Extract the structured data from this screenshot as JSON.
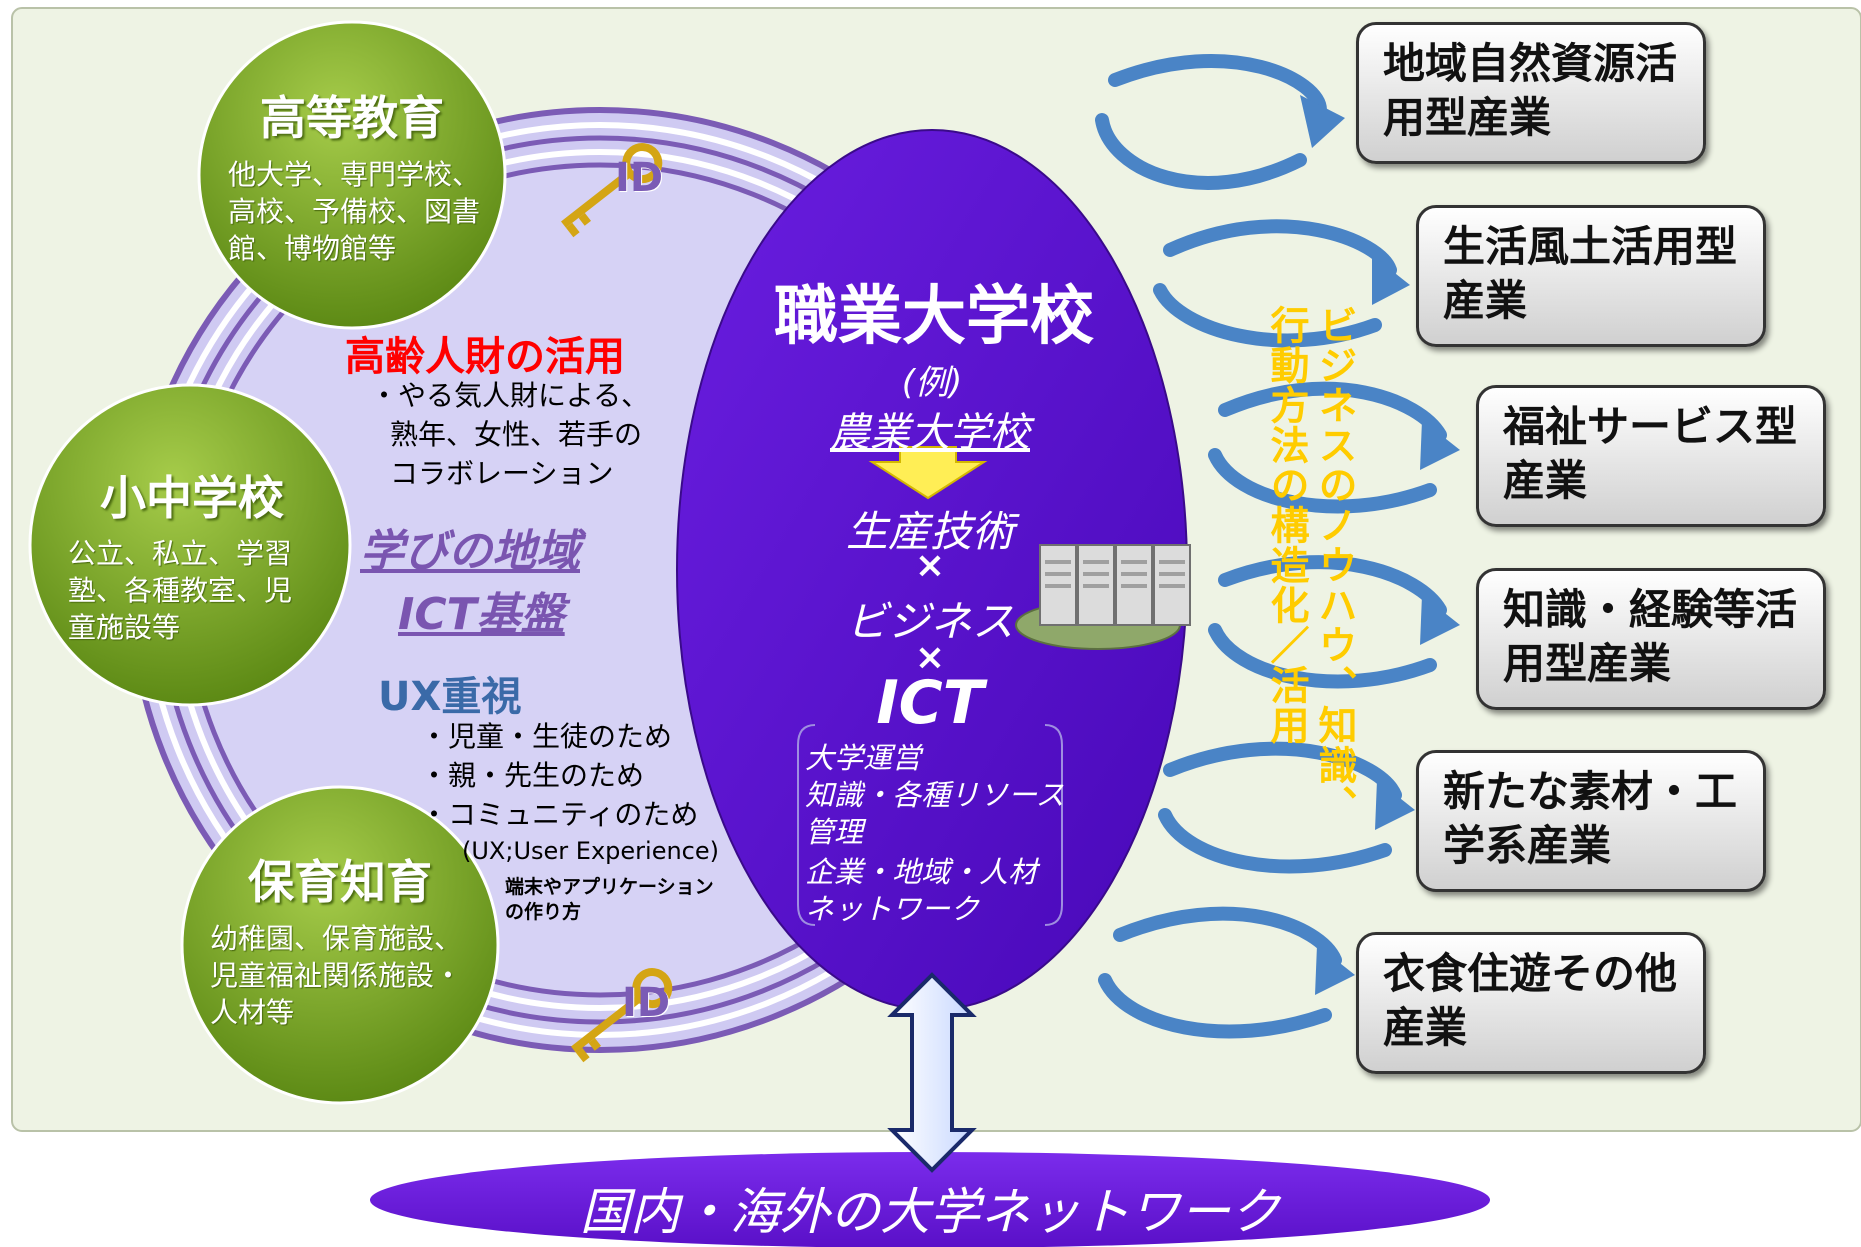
{
  "colors": {
    "panel_bg": "#eef3e4",
    "big_circle": "#cfcaf2",
    "ring": "#7b5bb5",
    "center_ellipse": "#5a0fd2",
    "green_circle": "#7ba622",
    "red_heading": "#ff0000",
    "blue_heading": "#3a6aa8",
    "vertical_text": "#ffcc00",
    "arrow_blue": "#4a84c6",
    "bottom_ellipse": "#6c1cd6"
  },
  "circles": {
    "higher_ed": {
      "title": "高等教育",
      "body": "他大学、専門学校、高校、予備校、図書館、博物館等"
    },
    "school": {
      "title": "小中学校",
      "body": "公立、私立、学習塾、各種教室、児童施設等"
    },
    "childcare": {
      "title": "保育知育",
      "body": "幼稚園、保育施設、児童福祉関係施設・人材等"
    }
  },
  "id_key_label": "ID",
  "elder": {
    "heading": "高齢人財の活用",
    "lines": [
      "・やる気人財による、",
      "熟年、女性、若手の",
      "コラボレーション"
    ]
  },
  "platform": {
    "line1": "学びの地域",
    "line2": "ICT基盤"
  },
  "ux": {
    "heading": "UX重視",
    "items": [
      "・児童・生徒のため",
      "・親・先生のため",
      "・コミュニティのため"
    ],
    "note": "(UX;User Experience)",
    "note2_line1": "端末やアプリケーション",
    "note2_line2": "の作り方"
  },
  "center": {
    "title": "職業大学校",
    "example": "(例)",
    "example_name": "農業大学校",
    "formula1": "生産技術",
    "times": "×",
    "formula2": "ビジネス",
    "formula3": "ICT",
    "functions": [
      "大学運営",
      "知識・各種リソース",
      "管理",
      "企業・地域・人材",
      "ネットワーク"
    ]
  },
  "vertical_text": {
    "col1": "ビジネスのノウハウ、知識、",
    "col2": "行動方法の構造化／活用"
  },
  "industries": [
    "地域自然資源活用型産業",
    "生活風土活用型産業",
    "福祉サービス型産業",
    "知識・経験等活用型産業",
    "新たな素材・工学系産業",
    "衣食住遊その他産業"
  ],
  "network_label": "国内・海外の大学ネットワーク"
}
